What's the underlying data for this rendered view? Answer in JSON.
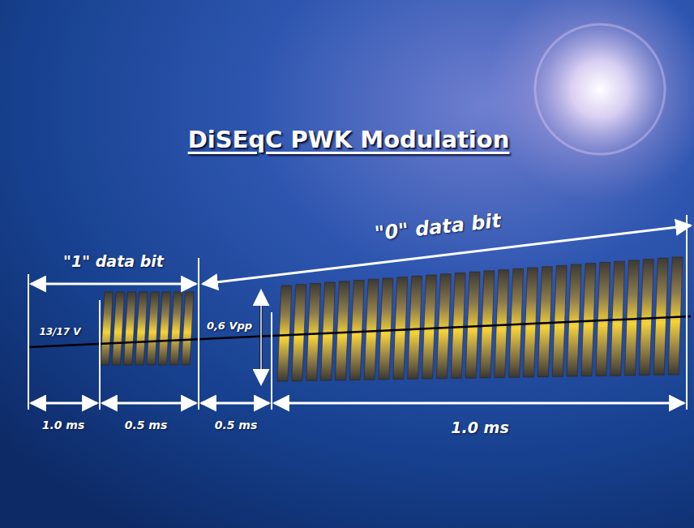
{
  "diagram": {
    "title": "DiSEqC PWK Modulation",
    "labels": [
      "\"1\" data bit",
      "\"0\" data bit",
      "13/17 V",
      "0,6 Vpp",
      "1.0 ms",
      "0.5 ms",
      "0.5 ms",
      "1.0 ms"
    ]
  }
}
